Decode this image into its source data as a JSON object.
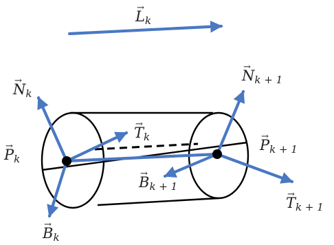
{
  "colors": {
    "vector": "#4a78c2",
    "outline": "#000000",
    "label": "#222222",
    "background": "#ffffff"
  },
  "labels": {
    "L": {
      "letter": "L",
      "sub": "k"
    },
    "Nk": {
      "letter": "N",
      "sub": "k"
    },
    "Nk1": {
      "letter": "N",
      "sub": "k + 1"
    },
    "Tk": {
      "letter": "T",
      "sub": "k"
    },
    "Pk": {
      "letter": "P",
      "sub": "k"
    },
    "Pk1": {
      "letter": "P",
      "sub": "k + 1"
    },
    "Bk": {
      "letter": "B",
      "sub": "k"
    },
    "Bk1": {
      "letter": "B",
      "sub": "k + 1"
    },
    "Tk1": {
      "letter": "T",
      "sub": "k + 1"
    }
  },
  "arrow_symbol": "→"
}
